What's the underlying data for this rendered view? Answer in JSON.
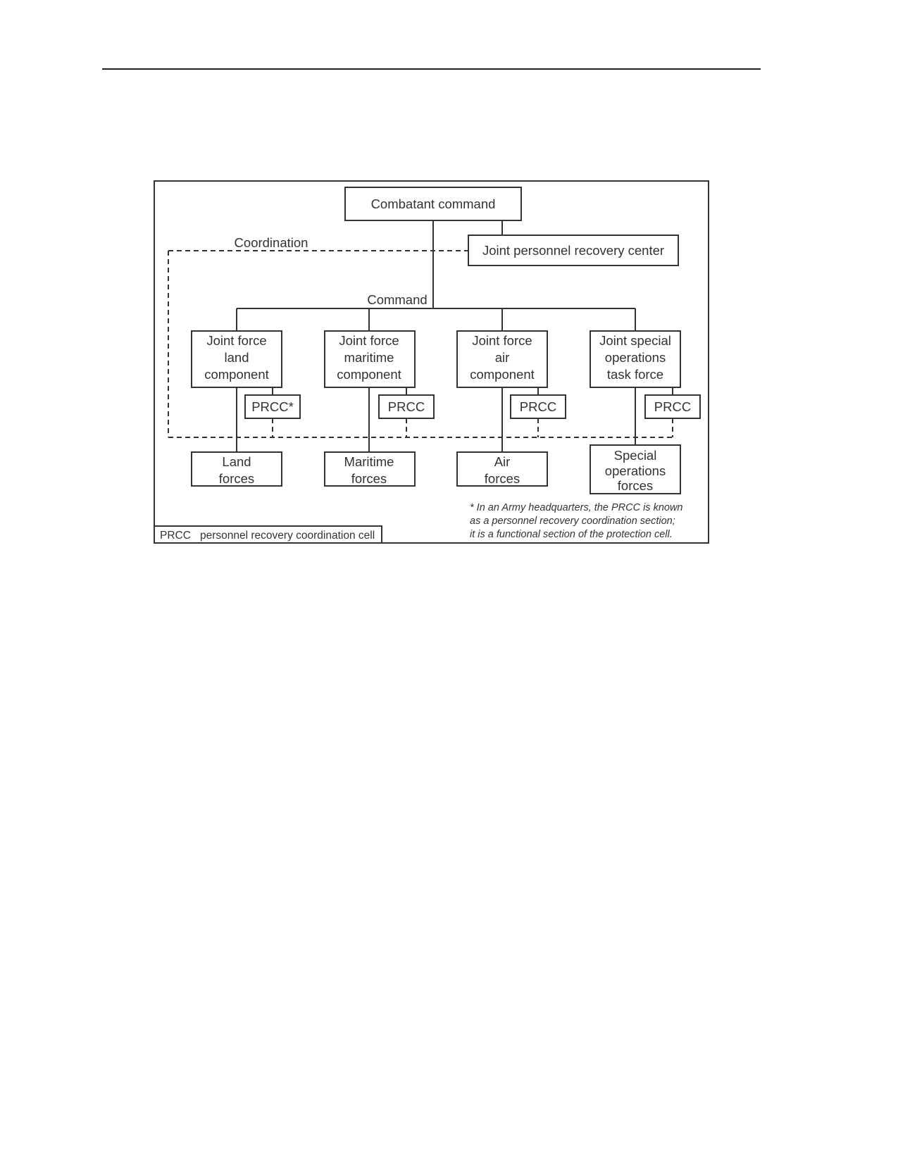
{
  "diagram": {
    "top": {
      "label": "Combatant command"
    },
    "jprc": {
      "label": "Joint personnel recovery center"
    },
    "coordination_label": "Coordination",
    "command_label": "Command",
    "components": [
      {
        "lines": [
          "Joint force",
          "land",
          "component"
        ],
        "prcc": "PRCC*",
        "forces": [
          "Land",
          "forces"
        ]
      },
      {
        "lines": [
          "Joint force",
          "maritime",
          "component"
        ],
        "prcc": "PRCC",
        "forces": [
          "Maritime",
          "forces"
        ]
      },
      {
        "lines": [
          "Joint force",
          "air",
          "component"
        ],
        "prcc": "PRCC",
        "forces": [
          "Air",
          "forces"
        ]
      },
      {
        "lines": [
          "Joint special",
          "operations",
          "task force"
        ],
        "prcc": "PRCC",
        "forces": [
          "Special",
          "operations",
          "forces"
        ]
      }
    ],
    "legend": {
      "abbr": "PRCC",
      "definition": "personnel recovery coordination cell"
    },
    "footnote": [
      "* In an Army headquarters, the PRCC is known",
      "as a personnel recovery coordination section;",
      "it is a functional section of the protection cell."
    ]
  }
}
